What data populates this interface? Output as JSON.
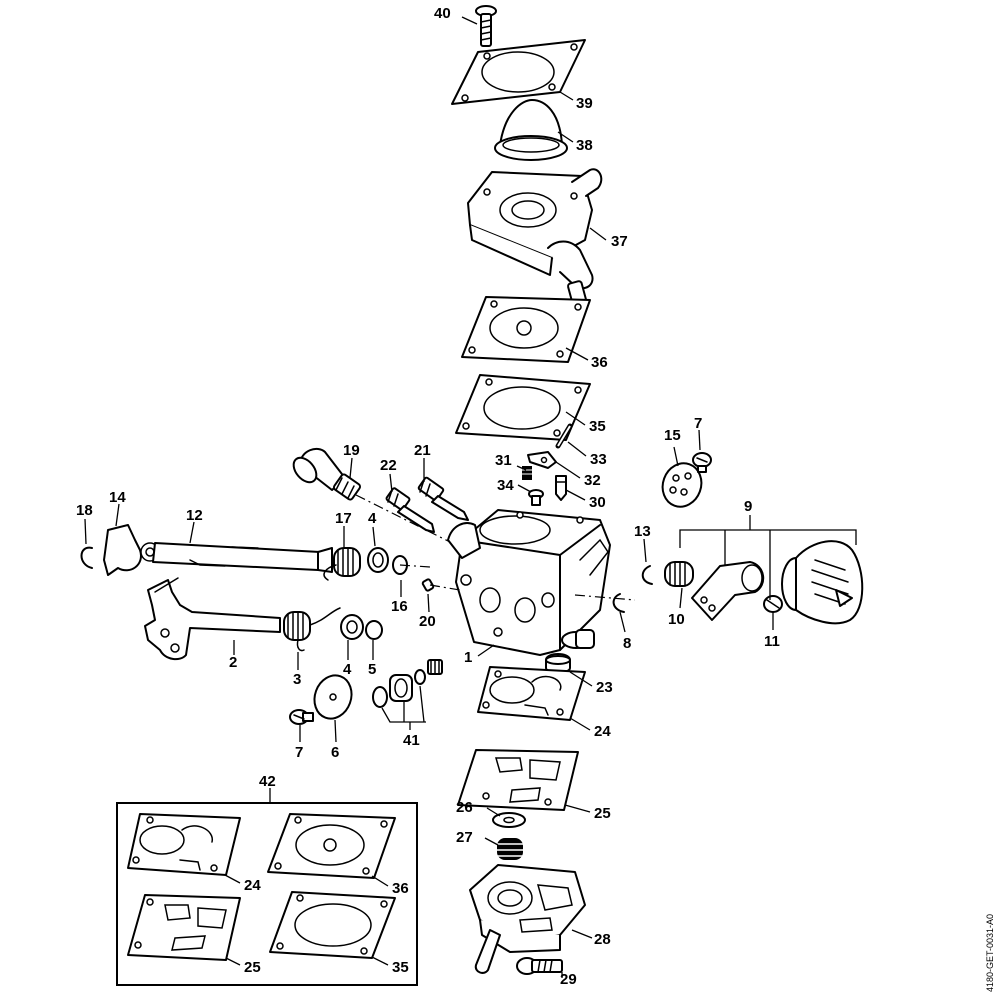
{
  "diagram": {
    "drawing_code": "4180-GET-0031-A0",
    "colors": {
      "line": "#000000",
      "background": "#ffffff"
    },
    "callouts": [
      "40",
      "39",
      "38",
      "37",
      "36",
      "35",
      "33",
      "32",
      "30",
      "31",
      "34",
      "21",
      "22",
      "19",
      "7",
      "15",
      "9",
      "13",
      "12",
      "14",
      "18",
      "17",
      "4",
      "16",
      "20",
      "2",
      "3",
      "4",
      "5",
      "6",
      "7",
      "41",
      "1",
      "23",
      "24",
      "25",
      "26",
      "27",
      "28",
      "29",
      "8",
      "10",
      "11",
      "42",
      "24",
      "36",
      "25",
      "35"
    ]
  }
}
